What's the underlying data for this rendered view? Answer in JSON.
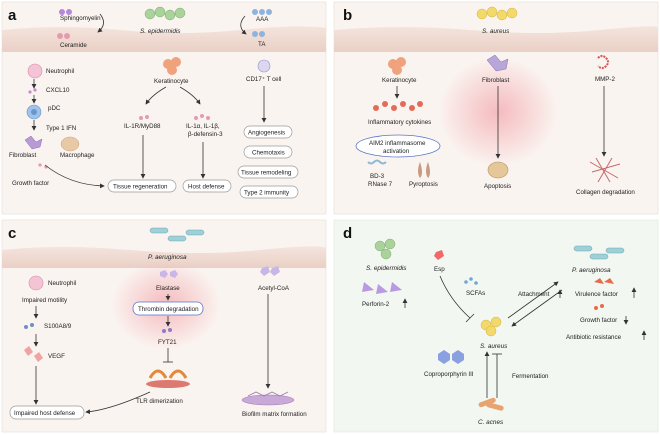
{
  "colors": {
    "panel_bg_a": "#f9f3ef",
    "panel_bg_b": "#f9f3ef",
    "panel_bg_c": "#f9f3ef",
    "panel_bg_d": "#f3f7f1",
    "skin": "#f1d7cf",
    "glow": "#f4b7bd"
  },
  "panels": {
    "a": {
      "letter": "a",
      "species": "S. epidermidis",
      "top": {
        "sphingomyelin": "Sphingomyelin",
        "ceramide": "Ceramide",
        "aaa": "AAA",
        "ta": "TA"
      },
      "col1": {
        "neutrophil": "Neutrophil",
        "cxcl10": "CXCL10",
        "pdc": "pDC",
        "ifn": "Type 1 IFN",
        "fibroblast": "Fibroblast",
        "macrophage": "Macrophage",
        "growth": "Growth factor"
      },
      "col2": {
        "keratinocyte": "Keratinocyte",
        "il1r": "IL-1R/MyD88",
        "il1a": "IL-1α, IL-1β,",
        "defensin": "β-defensin-3",
        "regen": "Tissue regeneration",
        "defense": "Host defense"
      },
      "col3": {
        "tcell": "CD17⁺ T cell",
        "items": [
          "Angiogenesis",
          "Chemotaxis",
          "Tissue remodeling",
          "Type 2 immunity"
        ]
      }
    },
    "b": {
      "letter": "b",
      "species": "S. aureus",
      "keratinocyte": "Keratinocyte",
      "cytokines": "Inflammatory cytokines",
      "aim2_line1": "AIM2 inflammasome",
      "aim2_line2": "activation",
      "bd3": "BD-3",
      "rnase": "RNase 7",
      "pyroptosis": "Pyroptosis",
      "fibroblast": "Fibroblast",
      "apoptosis": "Apoptosis",
      "mmp2": "MMP-2",
      "collagen": "Collagen degradation"
    },
    "c": {
      "letter": "c",
      "species": "P. aeruginosa",
      "neutrophil": "Neutrophil",
      "motility": "Impaired motility",
      "s100": "S100A8/9",
      "vegf": "VEGF",
      "impaired": "Impaired host defense",
      "elastase": "Elastase",
      "thrombin": "Thrombin degradation",
      "fyt21": "FYT21",
      "tlr": "TLR dimerization",
      "acetyl": "Acetyl-CoA",
      "biofilm": "Biofilm matrix formation"
    },
    "d": {
      "letter": "d",
      "sepi": "S. epidermidis",
      "esp": "Esp",
      "scfas": "SCFAs",
      "perforin": "Perforin-2",
      "saureus": "S. aureus",
      "copro": "Coproporphyrin III",
      "fermentation": "Fermentation",
      "cacnes": "C. acnes",
      "attachment": "Attachment",
      "paeru": "P. aeruginosa",
      "virulence": "Virulence factor",
      "growth": "Growth factor",
      "antibiotic": "Antibiotic resistance"
    }
  }
}
